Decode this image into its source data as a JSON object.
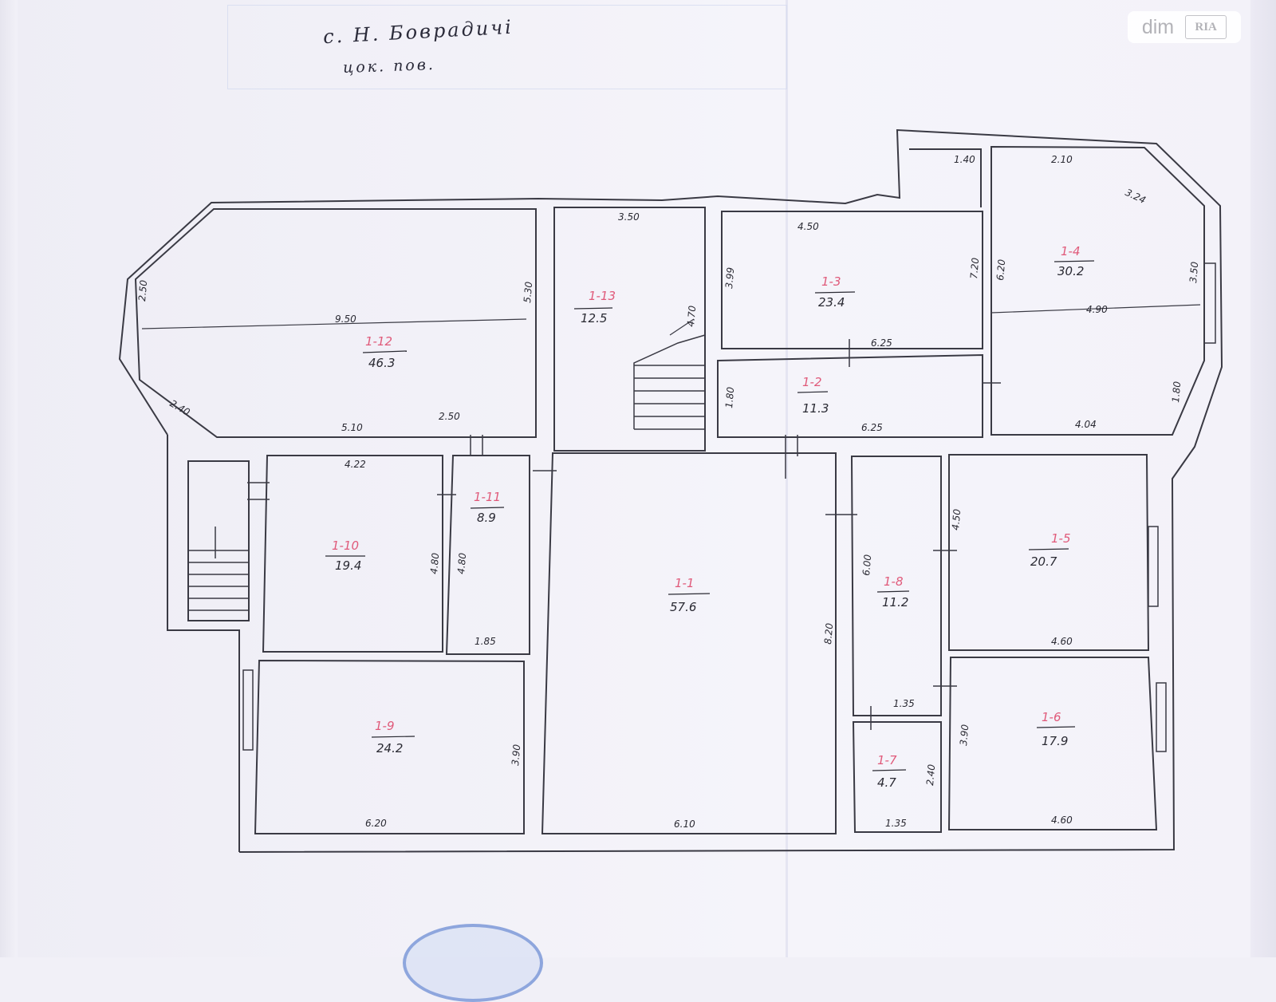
{
  "header": {
    "line1": "с. Н. Боврадичі",
    "line2": "цок. пов."
  },
  "watermark": {
    "text": "dim",
    "badge": "RIA"
  },
  "rooms": {
    "r1": {
      "id": "1-1",
      "area": "57.6"
    },
    "r2": {
      "id": "1-2",
      "area": "11.3"
    },
    "r3": {
      "id": "1-3",
      "area": "23.4"
    },
    "r4": {
      "id": "1-4",
      "area": "30.2"
    },
    "r5": {
      "id": "1-5",
      "area": "20.7"
    },
    "r6": {
      "id": "1-6",
      "area": "17.9"
    },
    "r7": {
      "id": "1-7",
      "area": "4.7"
    },
    "r8": {
      "id": "1-8",
      "area": "11.2"
    },
    "r9": {
      "id": "1-9",
      "area": "24.2"
    },
    "r10": {
      "id": "1-10",
      "area": "19.4"
    },
    "r11": {
      "id": "1-11",
      "area": "8.9"
    },
    "r12": {
      "id": "1-12",
      "area": "46.3"
    },
    "r13": {
      "id": "1-13",
      "area": "12.5"
    }
  },
  "dimensions": {
    "d_950": "9.50",
    "d_250a": "2.50",
    "d_530": "5.30",
    "d_240a": "2.40",
    "d_510": "5.10",
    "d_250h": "2.50",
    "d_350": "3.50",
    "d_470": "4.70",
    "d_450": "4.50",
    "d_399": "3.99",
    "d_625a": "6.25",
    "d_180a": "1.80",
    "d_625b": "6.25",
    "d_140": "1.40",
    "d_720": "7.20",
    "d_210": "2.10",
    "d_324": "3.24",
    "d_620": "6.20",
    "d_390": "4.90",
    "d_350r": "3.50",
    "d_180b": "1.80",
    "d_404": "4.04",
    "d_422": "4.22",
    "d_480a": "4.80",
    "d_480b": "4.80",
    "d_185": "1.85",
    "d_820": "8.20",
    "d_610": "6.10",
    "d_600": "6.00",
    "d_135a": "1.35",
    "d_240b": "2.40",
    "d_135b": "1.35",
    "d_450r": "4.50",
    "d_460a": "4.60",
    "d_390b": "3.90",
    "d_460b": "4.60",
    "d_390c": "3.90",
    "d_620b": "6.20"
  },
  "colors": {
    "room_label": "#e05a7a",
    "ink": "#2a2a33",
    "seal": "#8ea6dd"
  }
}
